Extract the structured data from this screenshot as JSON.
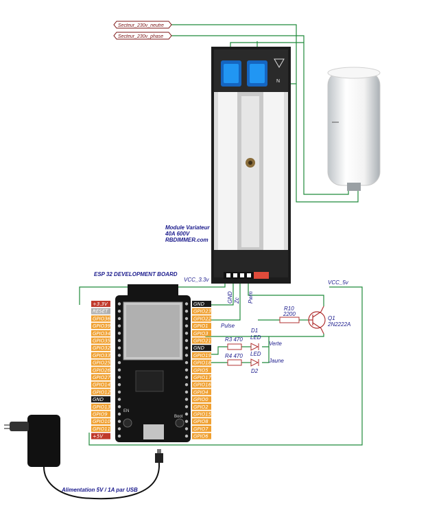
{
  "mains": {
    "neutral": "Secteur_230v_neutre",
    "phase": "Secteur_230v_phase"
  },
  "dimmer": {
    "text_line1": "Module Variateur",
    "text_line2": "40A 600V",
    "text_line3": "RBDIMMER.com",
    "terminal_n": "N",
    "pins_label_gnd": "GND",
    "pins_label_zc": "Zc",
    "pins_label_pwm": "Pwm",
    "vcc_label": "VCC_3.3v"
  },
  "board": {
    "title": "ESP 32 DEVELOPMENT BOARD",
    "left_pins": [
      "+3.3V",
      "RESET",
      "GPIO36",
      "GPIO39",
      "GPIO34",
      "GPIO35",
      "GPIO32",
      "GPIO33",
      "GPIO25",
      "GPIO26",
      "GPIO27",
      "GPIO14",
      "GPIO12",
      "GND",
      "GPIO13",
      "GPIO9",
      "GPIO10",
      "GPIO11",
      "+5V"
    ],
    "right_pins": [
      "GND",
      "GPIO23",
      "GPIO22",
      "GPIO1",
      "GPIO3",
      "GPIO21",
      "GND",
      "GPIO19",
      "GPIO18",
      "GPIO5",
      "GPIO17",
      "GPIO16",
      "GPIO4",
      "GPIO0",
      "GPIO2",
      "GPIO15",
      "GPIO8",
      "GPIO7",
      "GPIO6"
    ],
    "en_label": "EN",
    "boot_label": "Boot",
    "pin_colors": {
      "power": "#c0392b",
      "gpio": "#f0a030",
      "gnd": "#1a1a1a",
      "reset": "#b0b0b0"
    }
  },
  "circuit": {
    "r10_label": "R10",
    "r10_value": "2200",
    "q1_label": "Q1",
    "q1_part": "2N2222A",
    "vcc5_label": "VCC_5v",
    "pulse_label": "Pulse",
    "r3_label": "R3 470",
    "r4_label": "R4 470",
    "d1_label": "D1",
    "d2_label": "D2",
    "led_label": "LED",
    "verte_label": "Verte",
    "jaune_label": "Jaune"
  },
  "power": {
    "label": "Alimentation 5V / 1A par USB"
  }
}
